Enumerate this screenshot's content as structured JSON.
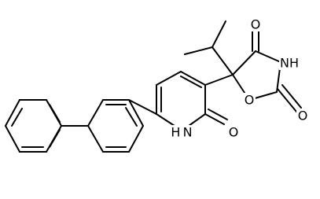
{
  "atom_labels": {
    "o_top": "O",
    "nh_imide": "NH",
    "o_ring": "O",
    "o_right": "O",
    "o_pyridone": "O",
    "nh_pyridone": "H N"
  },
  "colors": {
    "bond": "#000000",
    "background": "#ffffff"
  }
}
